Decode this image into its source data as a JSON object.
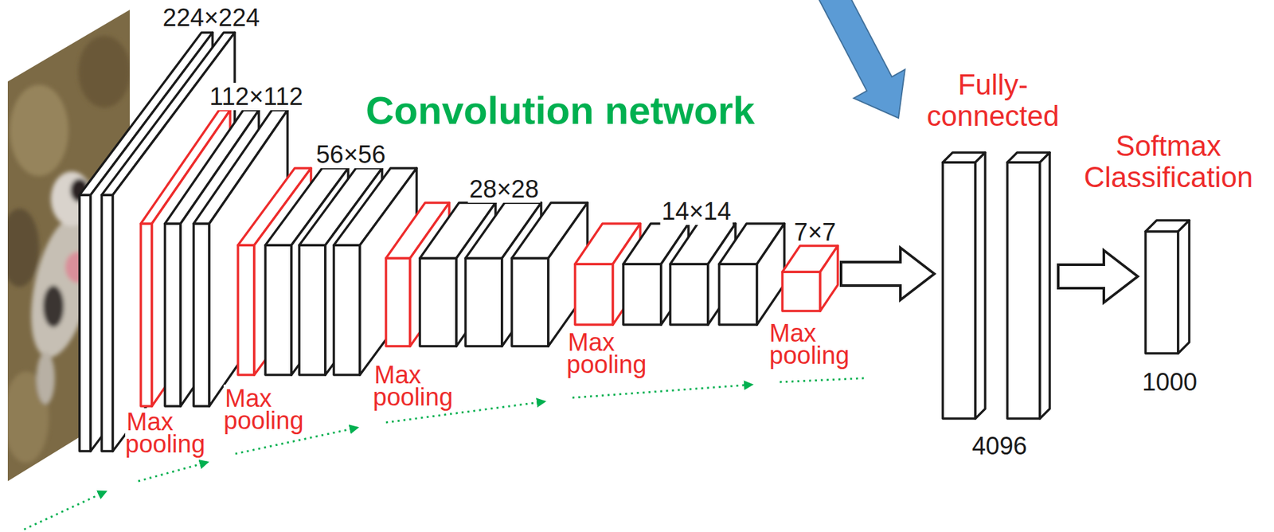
{
  "diagram": {
    "title": "Convolution network",
    "nodes": [
      {
        "text": [
          "7×7",
          "Max pooling"
        ]
      },
      {
        "text": [
          "Fully- connected",
          "4096"
        ]
      },
      {
        "text": [
          "Softmax Classification",
          "1000"
        ]
      }
    ],
    "edges": [
      {
        "from": 0,
        "to": 1,
        "arrow": "to"
      },
      {
        "from": 1,
        "to": 2,
        "arrow": "to"
      }
    ],
    "labels": [
      "224×224",
      "Max pooling",
      "112×112",
      "Max pooling",
      "56×56",
      "Max pooling",
      "28×28",
      "Max pooling",
      "14×14"
    ]
  }
}
